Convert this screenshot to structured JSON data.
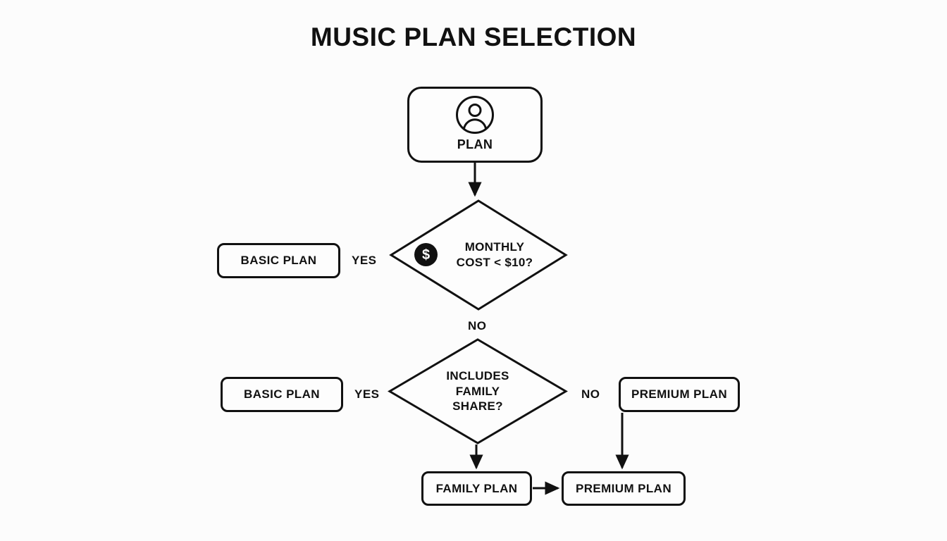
{
  "page": {
    "title": "MUSIC PLAN SELECTION",
    "background_color": "#fcfcfc",
    "line_color": "#111111"
  },
  "flowchart": {
    "nodes": {
      "start": {
        "label": "PLAN",
        "icon": "person-icon",
        "shape": "rounded-rectangle"
      },
      "decision_cost": {
        "line1": "MONTHLY",
        "line2": "COST < $10?",
        "text": "MONTHLY COST < $10?",
        "icon": "dollar-icon",
        "icon_glyph": "$",
        "shape": "diamond"
      },
      "decision_family": {
        "line1": "INCLUDES",
        "line2": "FAMILY",
        "line3": "SHARE?",
        "text": "INCLUDES FAMILY SHARE?",
        "shape": "diamond"
      },
      "basic_plan_1": {
        "label": "BASIC PLAN",
        "shape": "rounded-rectangle"
      },
      "basic_plan_2": {
        "label": "BASIC PLAN",
        "shape": "rounded-rectangle"
      },
      "premium_plan_top": {
        "label": "PREMIUM PLAN",
        "shape": "rounded-rectangle"
      },
      "family_plan": {
        "label": "FAMILY PLAN",
        "shape": "rounded-rectangle"
      },
      "premium_plan_bottom": {
        "label": "PREMIUM PLAN",
        "shape": "rounded-rectangle"
      }
    },
    "edge_labels": {
      "cost_yes": "YES",
      "cost_no": "NO",
      "family_yes": "YES",
      "family_no": "NO"
    }
  }
}
